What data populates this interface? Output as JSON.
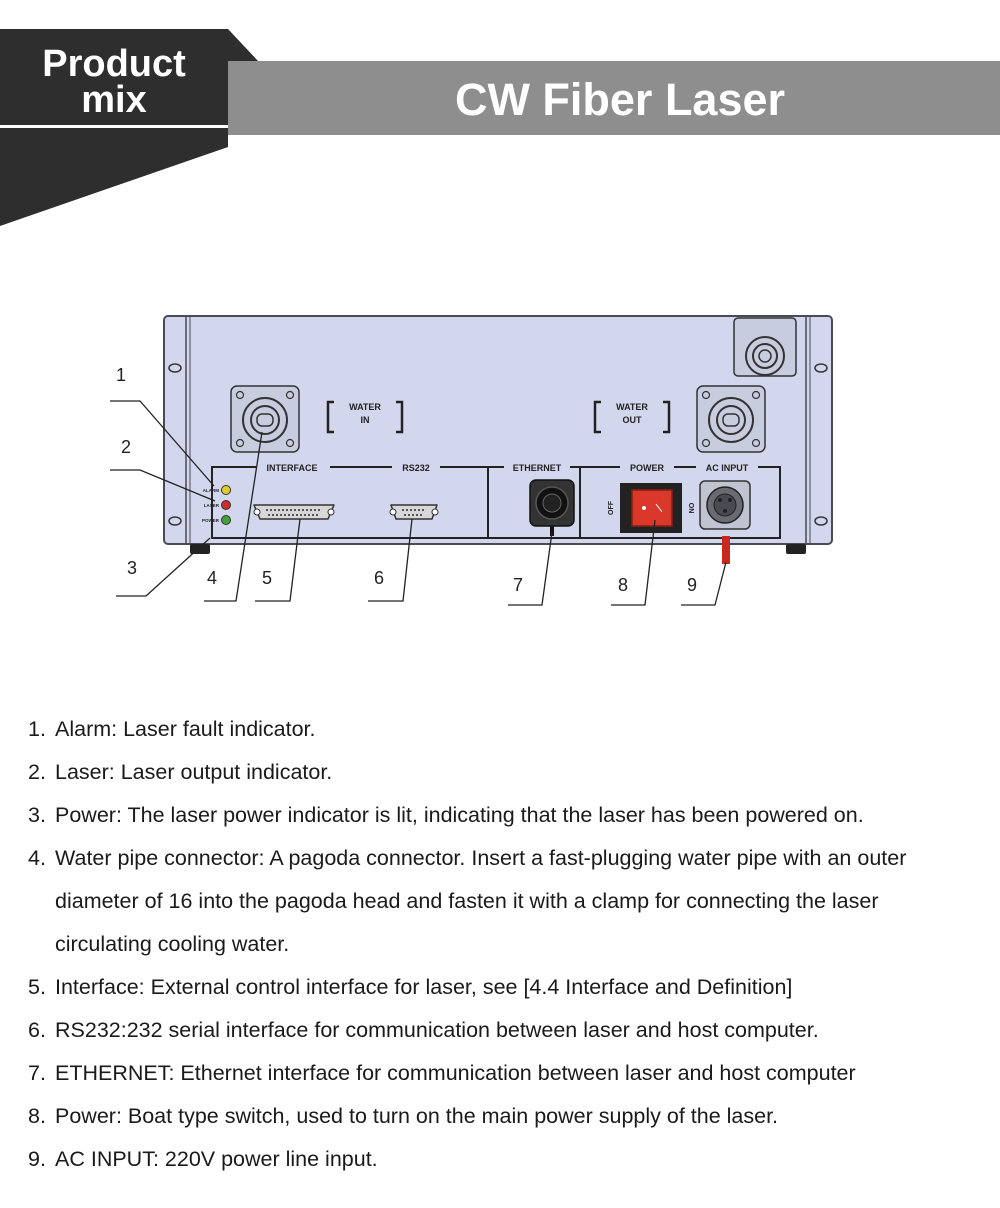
{
  "header": {
    "badge_line1": "Product",
    "badge_line2": "mix",
    "title": "CW Fiber Laser"
  },
  "diagram": {
    "panel_labels": {
      "water_in": [
        "WATER",
        "IN"
      ],
      "water_out": [
        "WATER",
        "OUT"
      ],
      "interface": "INTERFACE",
      "rs232": "RS232",
      "ethernet": "ETHERNET",
      "power": "POWER",
      "ac_input": "AC INPUT",
      "off": "OFF",
      "on": "ON",
      "alarm": "ALARM",
      "laser": "LASER",
      "power_small": "POWER"
    },
    "callouts": [
      "1",
      "2",
      "3",
      "4",
      "5",
      "6",
      "7",
      "8",
      "9"
    ],
    "colors": {
      "panel_fill": "#d3d7ee",
      "frame": "#4a4a55",
      "switch_red": "#d9382a",
      "alarm_led": "#e0cc2a",
      "laser_led": "#d02a2a",
      "power_led": "#3fa33a",
      "cable_red": "#c8281e"
    }
  },
  "descriptions": [
    {
      "num": "1.",
      "text": "Alarm: Laser fault indicator."
    },
    {
      "num": "2.",
      "text": "Laser: Laser output indicator."
    },
    {
      "num": "3.",
      "text": "Power: The laser power indicator is lit, indicating that the laser has been powered on."
    },
    {
      "num": "4.",
      "text": "Water pipe connector: A pagoda connector. Insert a fast-plugging water pipe with an outer diameter of 16 into the pagoda head and fasten it with a clamp for connecting the laser circulating cooling water."
    },
    {
      "num": "5.",
      "text": "Interface: External control interface for laser, see [4.4 Interface and Definition]"
    },
    {
      "num": "6.",
      "text": "RS232:232 serial interface for communication between laser and host computer."
    },
    {
      "num": "7.",
      "text": "ETHERNET: Ethernet interface for communication between laser and host computer"
    },
    {
      "num": "8.",
      "text": "Power: Boat type switch, used to turn on the main power supply of the laser."
    },
    {
      "num": "9.",
      "text": "AC INPUT: 220V power line input."
    }
  ]
}
